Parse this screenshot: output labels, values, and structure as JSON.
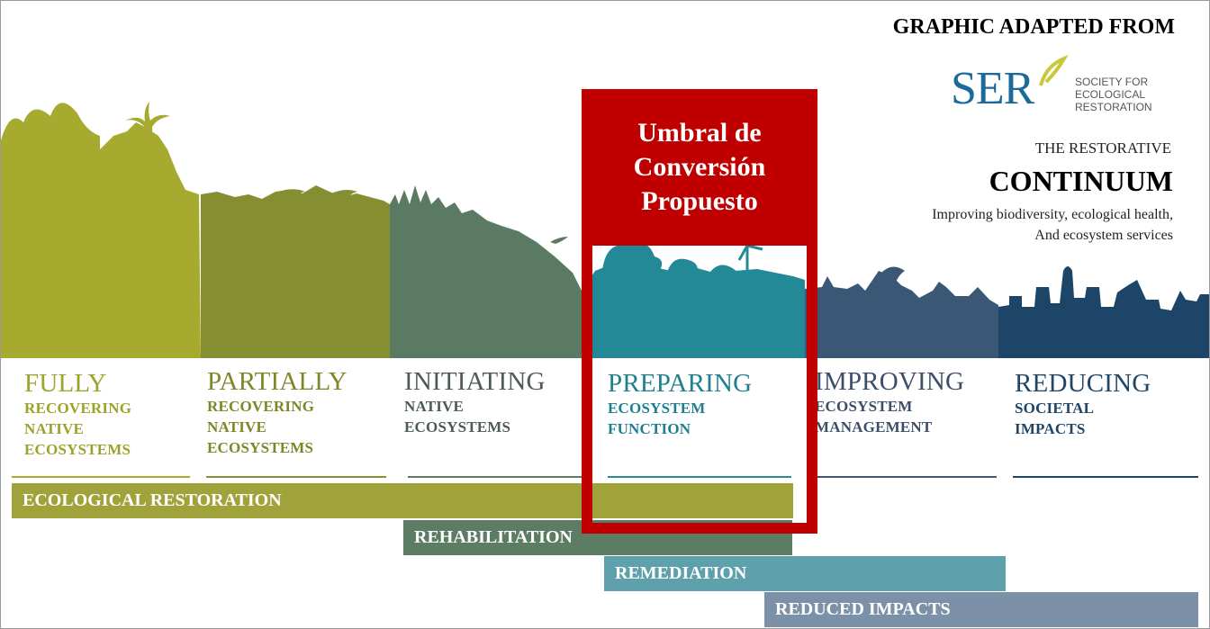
{
  "header": {
    "adapted_from": "GRAPHIC ADAPTED FROM"
  },
  "logo": {
    "letters": "SER",
    "org_line1": "SOCIETY FOR",
    "org_line2": "ECOLOGICAL",
    "org_line3": "RESTORATION"
  },
  "continuum": {
    "pre_title": "THE RESTORATIVE",
    "title": "CONTINUUM",
    "desc_line1": "Improving biodiversity, ecological health,",
    "desc_line2": "And ecosystem services"
  },
  "threshold": {
    "line1": "Umbral de",
    "line2": "Conversión",
    "line3": "Propuesto",
    "border_color": "#c00000"
  },
  "bands": [
    {
      "title": "FULLY",
      "sub1": "RECOVERING",
      "sub2": "NATIVE",
      "sub3": "ECOSYSTEMS",
      "color": "#a7ab2f",
      "text_color": "#9ca32a"
    },
    {
      "title": "PARTIALLY",
      "sub1": "RECOVERING",
      "sub2": "NATIVE",
      "sub3": "ECOSYSTEMS",
      "color": "#878f31",
      "text_color": "#7f8628"
    },
    {
      "title": "INITIATING",
      "sub1": "NATIVE",
      "sub2": "ECOSYSTEMS",
      "color": "#5d7b65",
      "text_color": "#4d5b55"
    },
    {
      "title": "PREPARING",
      "sub1": "ECOSYSTEM",
      "sub2": "FUNCTION",
      "color": "#2a8a96",
      "text_color": "#1e7f8e"
    },
    {
      "title": "IMPROVING",
      "sub1": "ECOSYSTEM",
      "sub2": "MANAGEMENT",
      "color": "#3b5a78",
      "text_color": "#3c4e6a"
    },
    {
      "title": "REDUCING",
      "sub1": "SOCIETAL",
      "sub2": "IMPACTS",
      "color": "#1d4668",
      "text_color": "#1f4567"
    }
  ],
  "bars": [
    {
      "label": "ECOLOGICAL RESTORATION",
      "color": "#a0a33a"
    },
    {
      "label": "REHABILITATION",
      "color": "#5c7c64"
    },
    {
      "label": "REMEDIATION",
      "color": "#5fa0ad"
    },
    {
      "label": "REDUCED IMPACTS",
      "color": "#7c91a8"
    }
  ]
}
